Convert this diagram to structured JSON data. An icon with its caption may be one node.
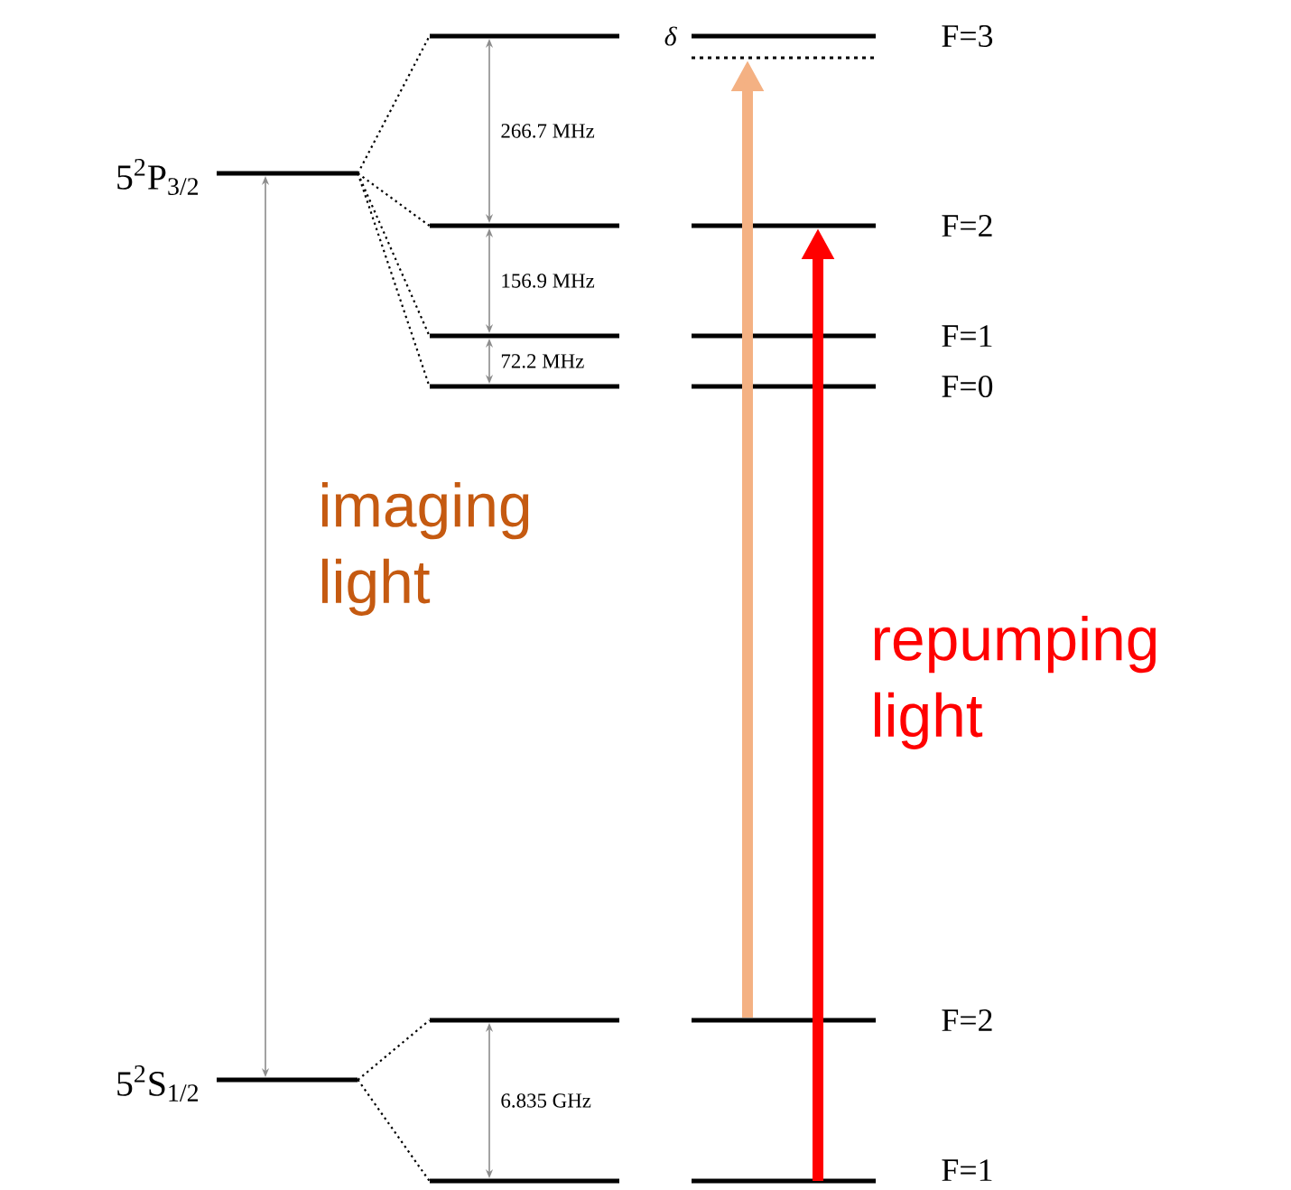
{
  "diagram": {
    "nodes": [
      {
        "text": [],
        "shape": "bar",
        "beside": [
          "5$^{2}$P$_{3/2}$"
        ]
      },
      {
        "text": [],
        "shape": "bar",
        "beside": [
          "5$^{2}$S$_{1/2}$"
        ]
      },
      {
        "text": [],
        "shape": "bar"
      },
      {
        "text": [],
        "shape": "bar"
      },
      {
        "text": [],
        "shape": "bar"
      },
      {
        "text": [],
        "shape": "bar"
      },
      {
        "text": [],
        "shape": "bar"
      },
      {
        "text": [],
        "shape": "bar"
      },
      {
        "text": [],
        "shape": "bar",
        "beside": [
          "F=3"
        ]
      },
      {
        "text": [],
        "shape": "dotted-bar",
        "beside": [
          "δ"
        ]
      },
      {
        "text": [],
        "shape": "bar",
        "beside": [
          "F=2"
        ]
      },
      {
        "text": [],
        "shape": "bar",
        "beside": [
          "F=1"
        ]
      },
      {
        "text": [],
        "shape": "bar",
        "beside": [
          "F=0"
        ]
      },
      {
        "text": [],
        "shape": "bar",
        "beside": [
          "F=2"
        ]
      },
      {
        "text": [],
        "shape": "bar",
        "beside": [
          "F=1"
        ]
      }
    ],
    "edges": [
      {
        "from": 0,
        "to": 1,
        "arrow": "both",
        "color": "#8c8c8c"
      },
      {
        "from": 0,
        "to": 2,
        "arrow": "none",
        "style": "dashed"
      },
      {
        "from": 0,
        "to": 3,
        "arrow": "none",
        "style": "dashed"
      },
      {
        "from": 0,
        "to": 4,
        "arrow": "none",
        "style": "dashed"
      },
      {
        "from": 0,
        "to": 5,
        "arrow": "none",
        "style": "dashed"
      },
      {
        "from": 1,
        "to": 6,
        "arrow": "none",
        "style": "dashed"
      },
      {
        "from": 1,
        "to": 7,
        "arrow": "none",
        "style": "dashed"
      },
      {
        "from": 13,
        "to": 9,
        "arrow": "to",
        "style": "thick",
        "color": "#f4b183"
      },
      {
        "from": 14,
        "to": 10,
        "arrow": "to",
        "style": "thick",
        "color": "#ff0000"
      },
      {
        "from": 2,
        "to": 3,
        "arrow": "both",
        "color": "#8c8c8c",
        "label": "266.7 MHz"
      },
      {
        "from": 3,
        "to": 4,
        "arrow": "both",
        "color": "#8c8c8c",
        "label": "156.9 MHz"
      },
      {
        "from": 4,
        "to": 5,
        "arrow": "both",
        "color": "#8c8c8c",
        "label": "72.2 MHz"
      },
      {
        "from": 6,
        "to": 7,
        "arrow": "both",
        "color": "#8c8c8c",
        "label": "6.835 GHz"
      }
    ],
    "labels": [
      "imaging light",
      "repumping light"
    ]
  }
}
